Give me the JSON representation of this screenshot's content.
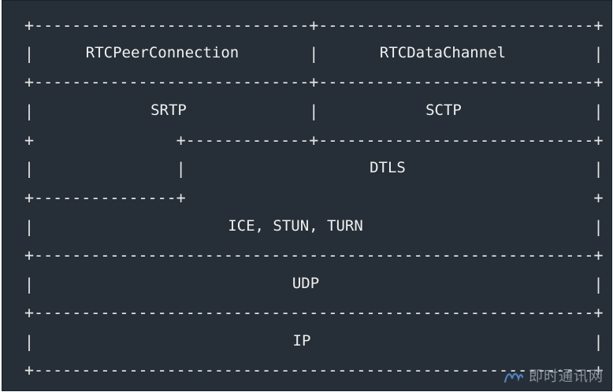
{
  "diagram": {
    "ascii_lines": [
      "+-----------------------------+-----------------------------+",
      "|                             |                             |",
      "+-----------------------------+-----------------------------+",
      "|                             |                             |",
      "+               +-------------+-----------------------------+",
      "|               |                                           |",
      "+---------------+                                           +",
      "|                                                           |",
      "+-----------------------------------------------------------+",
      "|                                                           |",
      "+-----------------------------------------------------------+",
      "|                                                           |",
      "+-----------------------------------------------------------+"
    ],
    "layers": [
      {
        "label": "RTCPeerConnection"
      },
      {
        "label": "RTCDataChannel"
      },
      {
        "label": "SRTP"
      },
      {
        "label": "SCTP"
      },
      {
        "label": "DTLS"
      },
      {
        "label": "ICE, STUN, TURN"
      },
      {
        "label": "UDP"
      },
      {
        "label": "IP"
      }
    ]
  },
  "watermark": {
    "text": "即时通讯网",
    "colors": {
      "logo": "#5b8fd6",
      "text": "#9aa2aa"
    }
  }
}
